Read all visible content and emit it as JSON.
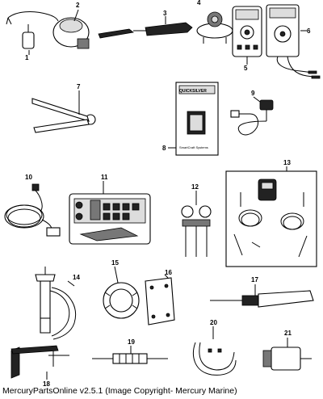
{
  "footer": {
    "text": "MercuryPartsOnline v2.5.1 (Image Copyright- Mercury Marine)"
  },
  "callouts": [
    "1",
    "2",
    "3",
    "4",
    "5",
    "6",
    "7",
    "8",
    "9",
    "10",
    "11",
    "12",
    "13",
    "14",
    "15",
    "16",
    "17",
    "18",
    "19",
    "20",
    "21"
  ],
  "box_label": {
    "brand": "QUICKSILVER",
    "sub": "SmartCraft Systems"
  }
}
